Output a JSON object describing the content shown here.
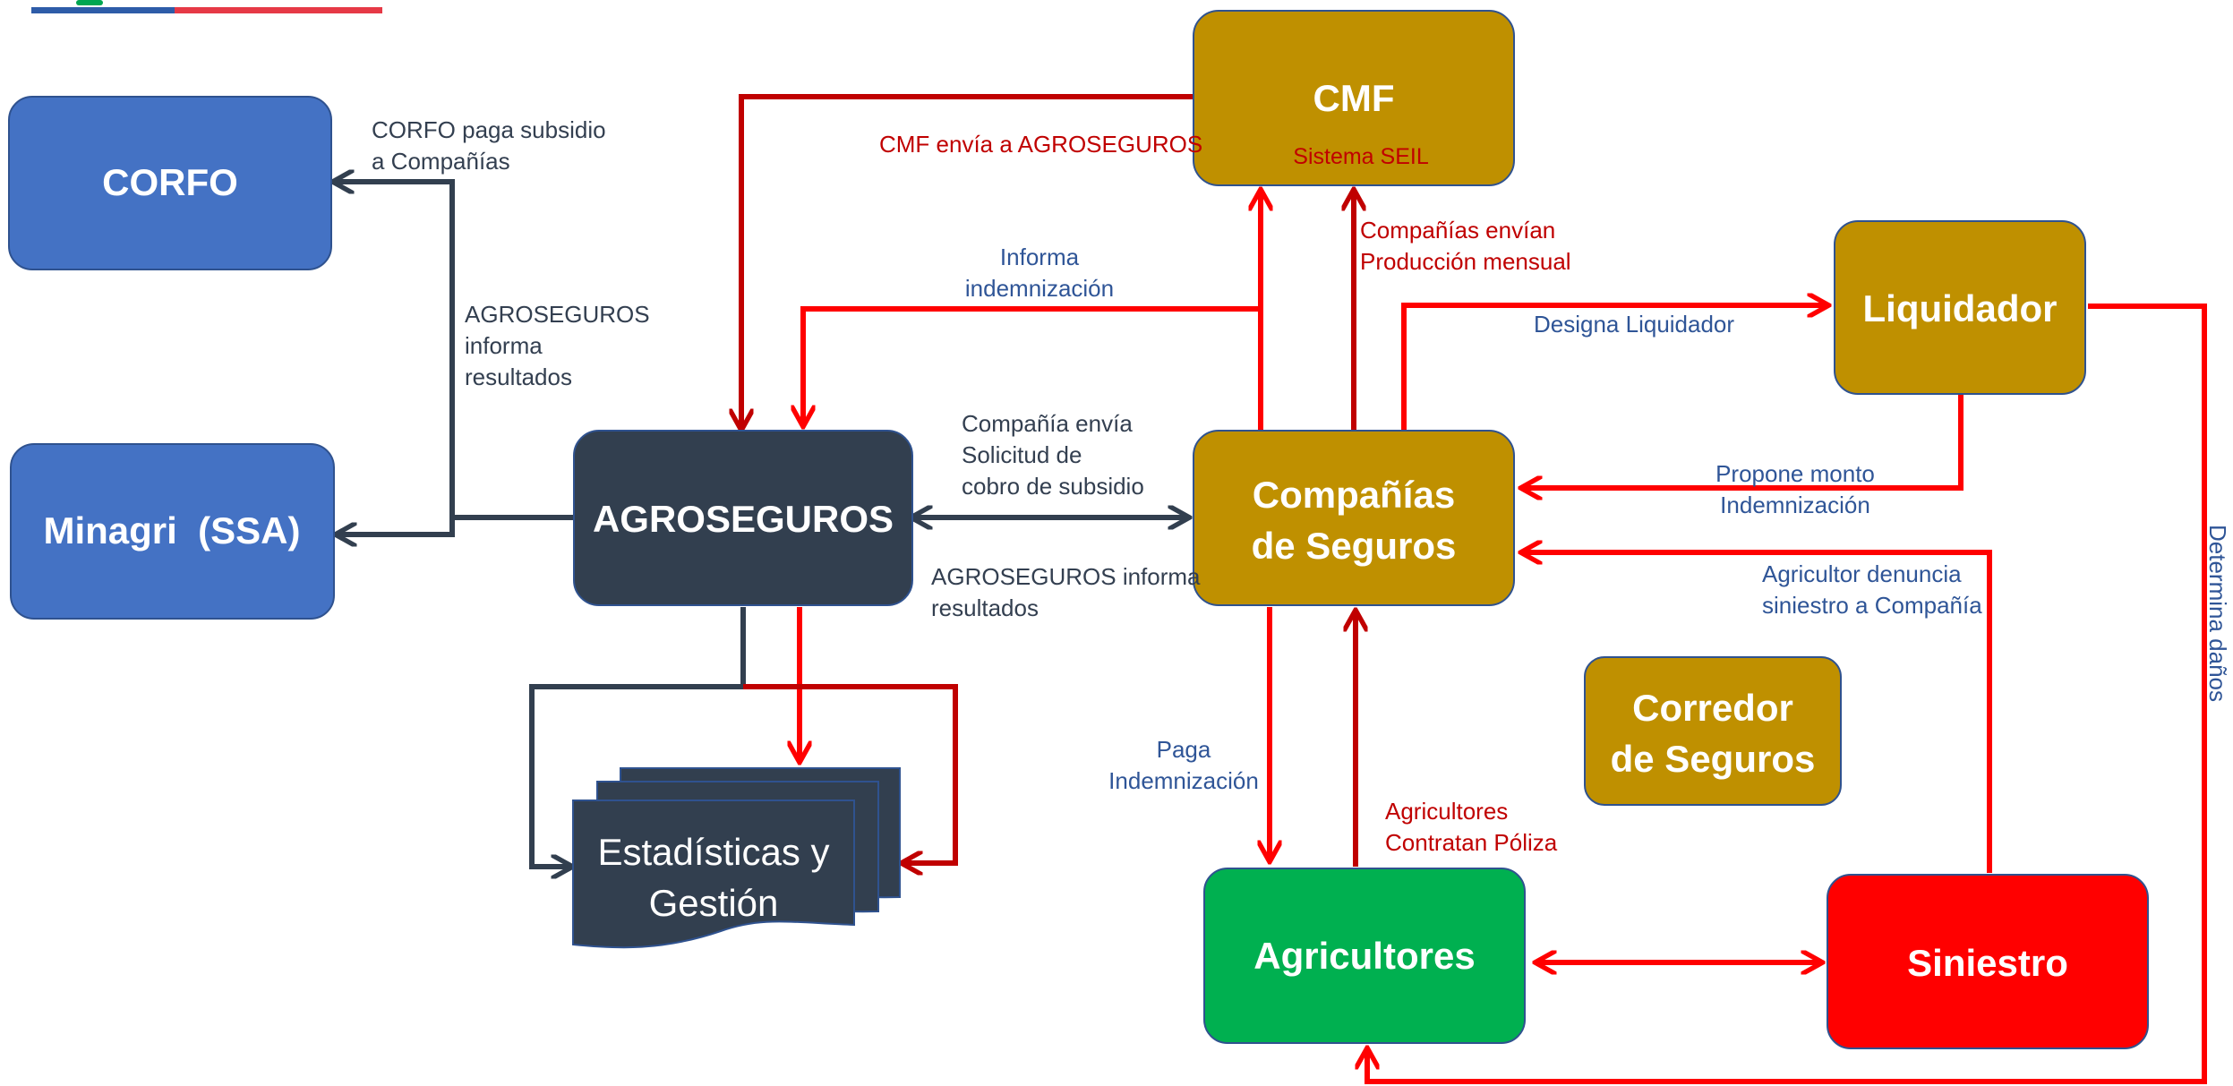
{
  "colors": {
    "corfo": "#4472C4",
    "agroseguros": "#323F4F",
    "gold": "#BF9000",
    "green": "#00B050",
    "red": "#FF0000",
    "darkred": "#C00000",
    "label_red": "#C00000",
    "label_blue": "#2F5597",
    "label_dark": "#333F50",
    "logo_blue": "#2E5CA8",
    "logo_red": "#E63946"
  },
  "nodes": {
    "corfo": "CORFO",
    "minagri": "Minagri  (SSA)",
    "agroseguros": "AGROSEGUROS",
    "cmf_title": "CMF",
    "cmf_sub": "Sistema SEIL",
    "companias": [
      "Compañías",
      "de Seguros"
    ],
    "liquidador": "Liquidador",
    "corredor": [
      "Corredor",
      "de Seguros"
    ],
    "agricultores": "Agricultores",
    "siniestro": "Siniestro",
    "estadisticas": [
      "Estadísticas y",
      "Gestión"
    ]
  },
  "labels": {
    "corfo_paga": [
      "CORFO paga subsidio",
      "a Compañías"
    ],
    "agro_informa_left": [
      "AGROSEGUROS",
      "informa",
      "resultados"
    ],
    "cmf_envia": "CMF envía a AGROSEGUROS",
    "informa_indemnizacion": [
      "Informa",
      "indemnización"
    ],
    "companias_envian": [
      "Compañías envían",
      "Producción mensual"
    ],
    "designa": "Designa Liquidador",
    "compania_envia": [
      "Compañía envía",
      "Solicitud de",
      "cobro de subsidio"
    ],
    "agro_informa_mid": [
      "AGROSEGUROS informa",
      "resultados"
    ],
    "propone": [
      "Propone monto",
      "Indemnización"
    ],
    "agricultor_denuncia": [
      "Agricultor denuncia",
      "siniestro a Compañía"
    ],
    "determina": "Determina daños",
    "paga": [
      "Paga",
      "Indemnización"
    ],
    "contratan": [
      "Agricultores",
      "Contratan Póliza"
    ]
  }
}
